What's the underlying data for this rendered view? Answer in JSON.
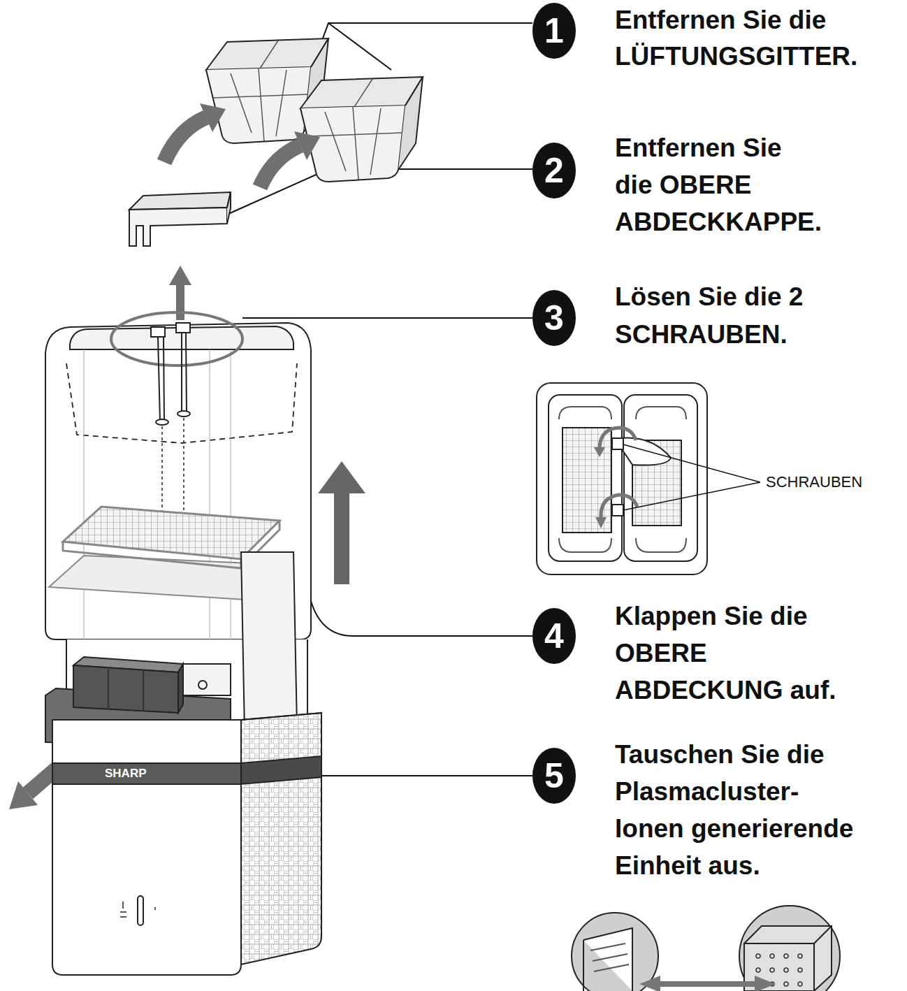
{
  "diagram": {
    "nodes": [
      {
        "text": [
          "1"
        ]
      },
      {
        "text": [
          "2"
        ]
      },
      {
        "text": [
          "3"
        ]
      },
      {
        "text": [
          "4"
        ]
      },
      {
        "text": [
          "5"
        ]
      }
    ],
    "labels": [
      "Entfernen Sie die LÜFTUNGSGITTER.",
      "Entfernen Sie die OBERE ABDECKKAPPE.",
      "Lösen Sie die 2 SCHRAUBEN.",
      "SCHRAUBEN",
      "Klappen Sie die OBERE ABDECKUNG auf.",
      "Tauschen Sie die Plasmacluster- Ionen generierende Einheit aus.",
      "SHARP"
    ]
  }
}
